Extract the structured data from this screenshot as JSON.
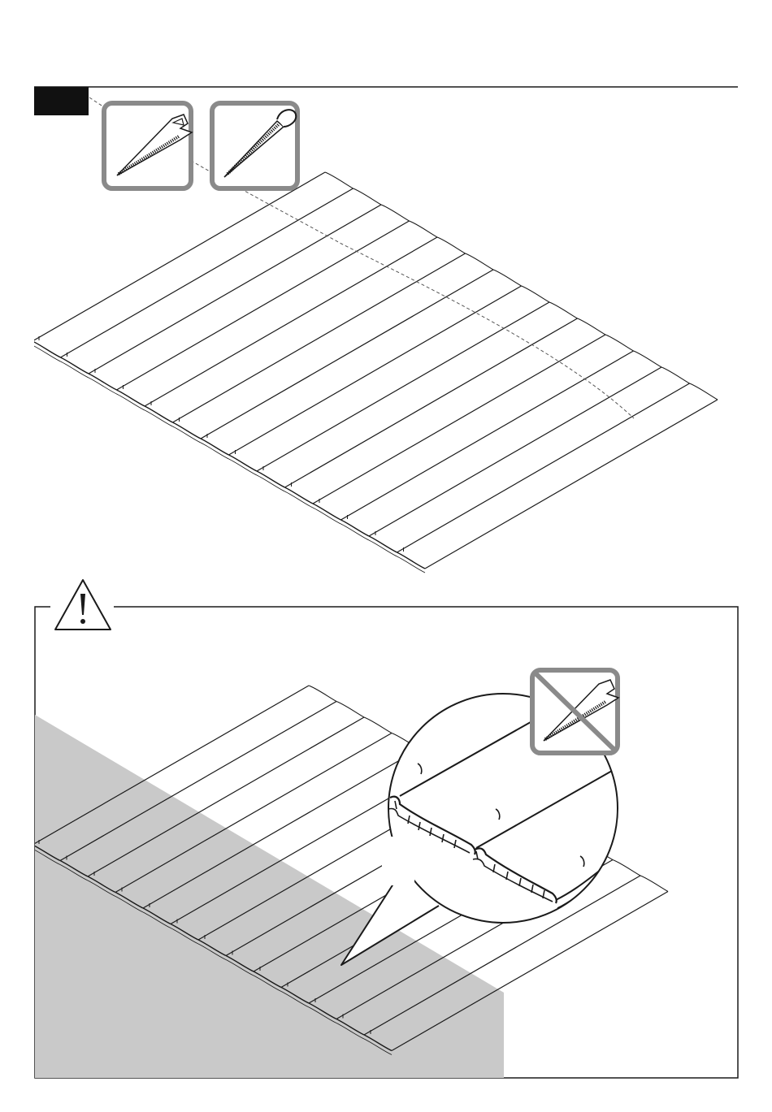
{
  "page": {
    "step_marker": "",
    "colors": {
      "line": "#1a1a1a",
      "tool_frame": "#8a8a8a",
      "shade": "#c9c9c9",
      "background": "#ffffff"
    }
  },
  "top_figure": {
    "tools": [
      {
        "name": "hand-saw",
        "icon": "hand-saw-icon"
      },
      {
        "name": "keyhole-saw",
        "icon": "keyhole-saw-icon"
      }
    ],
    "planks": 14,
    "cut_line": "dashed-arc"
  },
  "bottom_figure": {
    "warning_icon": "warning-triangle-icon",
    "prohibited_tool": "hand-saw-icon",
    "detail_view": "magnified-joint",
    "planks": 13
  }
}
